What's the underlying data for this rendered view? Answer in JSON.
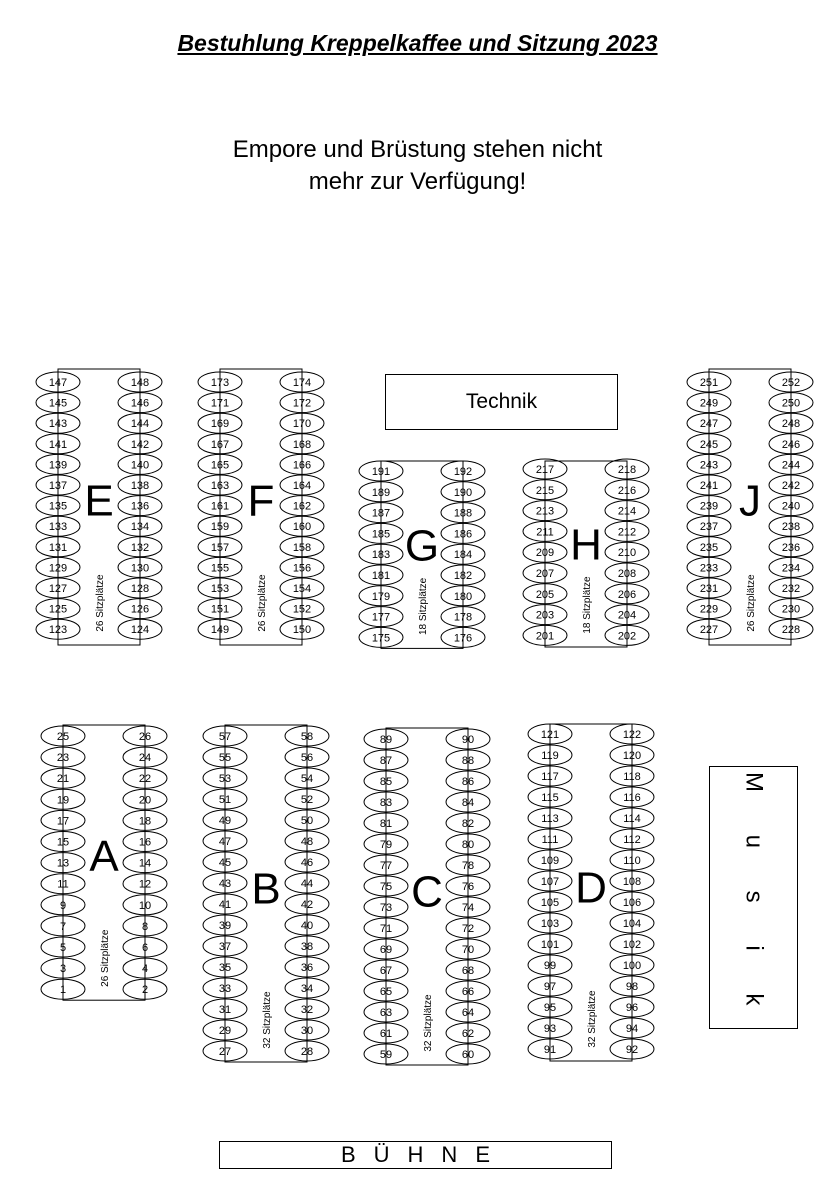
{
  "title": "Bestuhlung Kreppelkaffee und Sitzung 2023",
  "notice": {
    "line1": "Empore und Brüstung stehen nicht",
    "line2": "mehr zur Verfügung!"
  },
  "areas": {
    "technik": "Technik",
    "musik": "M u s i k",
    "buehne": "BÜHNE"
  },
  "tables": [
    {
      "name": "E",
      "capacity_label": "26 Sitzplätze",
      "left_seats": [
        147,
        145,
        143,
        141,
        139,
        137,
        135,
        133,
        131,
        129,
        127,
        125,
        123
      ],
      "right_seats": [
        148,
        146,
        144,
        142,
        140,
        138,
        136,
        134,
        132,
        130,
        128,
        126,
        124
      ]
    },
    {
      "name": "F",
      "capacity_label": "26 Sitzplätze",
      "left_seats": [
        173,
        171,
        169,
        167,
        165,
        163,
        161,
        159,
        157,
        155,
        153,
        151,
        149
      ],
      "right_seats": [
        174,
        172,
        170,
        168,
        166,
        164,
        162,
        160,
        158,
        156,
        154,
        152,
        150
      ]
    },
    {
      "name": "G",
      "capacity_label": "18 Sitzplätze",
      "left_seats": [
        191,
        189,
        187,
        185,
        183,
        181,
        179,
        177,
        175
      ],
      "right_seats": [
        192,
        190,
        188,
        186,
        184,
        182,
        180,
        178,
        176
      ]
    },
    {
      "name": "H",
      "capacity_label": "18 Sitzplätze",
      "left_seats": [
        217,
        215,
        213,
        211,
        209,
        207,
        205,
        203,
        201
      ],
      "right_seats": [
        218,
        216,
        214,
        212,
        210,
        208,
        206,
        204,
        202
      ]
    },
    {
      "name": "J",
      "capacity_label": "26 Sitzplätze",
      "left_seats": [
        251,
        249,
        247,
        245,
        243,
        241,
        239,
        237,
        235,
        233,
        231,
        229,
        227
      ],
      "right_seats": [
        252,
        250,
        248,
        246,
        244,
        242,
        240,
        238,
        236,
        234,
        232,
        230,
        228
      ]
    },
    {
      "name": "A",
      "capacity_label": "26 Sitzplätze",
      "left_seats": [
        25,
        23,
        21,
        19,
        17,
        15,
        13,
        11,
        9,
        7,
        5,
        3,
        1
      ],
      "right_seats": [
        26,
        24,
        22,
        20,
        18,
        16,
        14,
        12,
        10,
        8,
        6,
        4,
        2
      ]
    },
    {
      "name": "B",
      "capacity_label": "32 Sitzplätze",
      "left_seats": [
        57,
        55,
        53,
        51,
        49,
        47,
        45,
        43,
        41,
        39,
        37,
        35,
        33,
        31,
        29,
        27
      ],
      "right_seats": [
        58,
        56,
        54,
        52,
        50,
        48,
        46,
        44,
        42,
        40,
        38,
        36,
        34,
        32,
        30,
        28
      ]
    },
    {
      "name": "C",
      "capacity_label": "32 Sitzplätze",
      "left_seats": [
        89,
        87,
        85,
        83,
        81,
        79,
        77,
        75,
        73,
        71,
        69,
        67,
        65,
        63,
        61,
        59
      ],
      "right_seats": [
        90,
        88,
        86,
        84,
        82,
        80,
        78,
        76,
        74,
        72,
        70,
        68,
        66,
        64,
        62,
        60
      ]
    },
    {
      "name": "D",
      "capacity_label": "32 Sitzplätze",
      "left_seats": [
        121,
        119,
        117,
        115,
        113,
        111,
        109,
        107,
        105,
        103,
        101,
        99,
        97,
        95,
        93,
        91
      ],
      "right_seats": [
        122,
        120,
        118,
        116,
        114,
        112,
        110,
        108,
        106,
        104,
        102,
        100,
        98,
        96,
        94,
        92
      ]
    }
  ]
}
